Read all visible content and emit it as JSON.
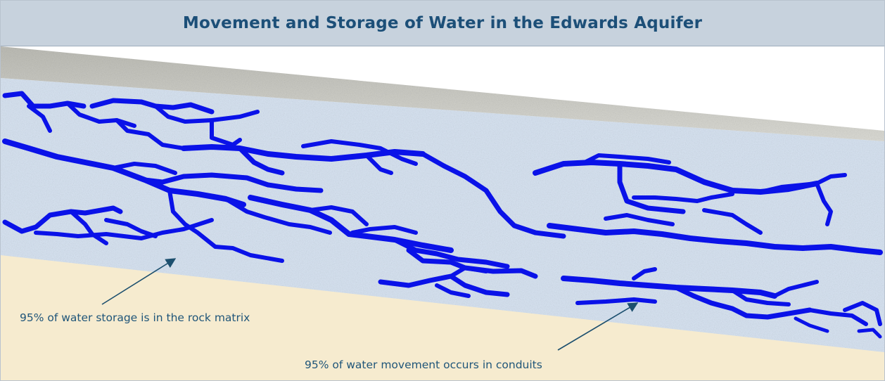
{
  "title": "Movement and Storage of Water in the Edwards Aquifer",
  "annotations": {
    "storage": "95% of water storage is in the rock matrix",
    "movement": "95% of water movement occurs in conduits"
  },
  "colors": {
    "title_bar": "#c7d2dd",
    "title_text": "#1c4f78",
    "confining_layer": "#cfcfc9",
    "aquifer_matrix": "#d8e4f2",
    "underlying_layer": "#f6ebcf",
    "conduits": "#0a12e8",
    "annotation_text": "#1f5579"
  }
}
